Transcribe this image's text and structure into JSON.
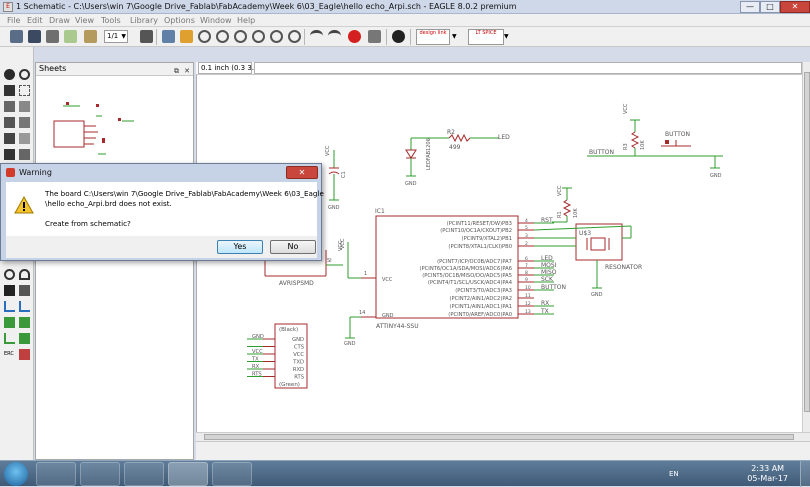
{
  "window": {
    "title": "1 Schematic - C:\\Users\\win 7\\Google Drive_Fablab\\FabAcademy\\Week 6\\03_Eagle\\hello echo_Arpi.sch - EAGLE 8.0.2 premium",
    "minimize": "—",
    "maximize": "□",
    "close": "✕"
  },
  "menu": [
    "File",
    "Edit",
    "Draw",
    "View",
    "Tools",
    "Library",
    "Options",
    "Window",
    "Help"
  ],
  "toolbar": {
    "sheet_select": "1/1",
    "designlink_label": "design link",
    "ltspice_label": "LT SPICE"
  },
  "sheets_panel": {
    "title": "Sheets",
    "pin_icon": "⧉",
    "close_icon": "✕"
  },
  "command_line": {
    "coordinates": "0.1 inch (0.3 3.3)",
    "value": ""
  },
  "schematic": {
    "ic1": {
      "name": "IC1",
      "value": "ATTINY44-SSU",
      "vcc_label": "VCC",
      "gnd_label": "GND",
      "pin_vcc": "1",
      "pin_gnd": "14",
      "pins_right": [
        {
          "name": "(PCINT11/RESET/DW)PB3",
          "num": "4",
          "net": "RST"
        },
        {
          "name": "(PCINT10/OC1A/CKOUT)PB2",
          "num": "5",
          "net": ""
        },
        {
          "name": "(PCINT9/XTAL2)PB1",
          "num": "3",
          "net": ""
        },
        {
          "name": "(PCINT8/XTAL1/CLKI)PB0",
          "num": "2",
          "net": ""
        },
        {
          "name": "(PCINT7/ICP/OC0B/ADC7)PA7",
          "num": "6",
          "net": "LED"
        },
        {
          "name": "(PCINT6/OC1A/SDA/MOSI/ADC6)PA6",
          "num": "7",
          "net": "MOSI"
        },
        {
          "name": "(PCINT5/OC1B/MISO/DO/ADC5)PA5",
          "num": "8",
          "net": "MISO"
        },
        {
          "name": "(PCINT4/T1/SCL/USCK/ADC4)PA4",
          "num": "9",
          "net": "SCK"
        },
        {
          "name": "(PCINT3/T0/ADC3)PA3",
          "num": "10",
          "net": "BUTTON"
        },
        {
          "name": "(PCINT2/AIN1/ADC2)PA2",
          "num": "11",
          "net": ""
        },
        {
          "name": "(PCINT1/AIN1/ADC1)PA1",
          "num": "12",
          "net": "RX"
        },
        {
          "name": "(PCINT0/AREF/ADC0)PA0",
          "num": "13",
          "net": "TX"
        }
      ]
    },
    "led_block": {
      "r_name": "R2",
      "r_value": "499",
      "led_net": "LED",
      "led_part": "LEDFAB1206",
      "gnd": "GND"
    },
    "button_block": {
      "r_name": "R3",
      "r_value": "10K",
      "vcc": "VCC",
      "net": "BUTTON",
      "switch": "BUTTON",
      "gnd": "GND"
    },
    "reset_block": {
      "r_name": "R1",
      "r_value": "10K",
      "vcc": "VCC",
      "net": "RST"
    },
    "resonator": {
      "name": "U$3",
      "label": "RESONATOR",
      "gnd": "GND"
    },
    "capacitor": {
      "vcc": "VCC",
      "name": "C1",
      "gnd": "GND"
    },
    "isp": {
      "label": "AVRISPSMD",
      "vcc": "VCC",
      "net": "SI"
    },
    "ftdi": {
      "top": "(Black)",
      "bottom": "(Green)",
      "left_nets": [
        "GND",
        "",
        "VCC",
        "TX",
        "RX",
        "RTS"
      ],
      "pins": [
        "GND",
        "CTS",
        "VCC",
        "TXD",
        "RXD",
        "RTS"
      ]
    }
  },
  "dialog": {
    "title": "Warning",
    "close": "✕",
    "message_line1": "The board C:\\Users\\win 7\\Google Drive_Fablab\\FabAcademy\\Week 6\\03_Eagle",
    "message_line2": "\\hello echo_Arpi.brd does not exist.",
    "message_line3": "Create from schematic?",
    "yes_label": "Yes",
    "no_label": "No"
  },
  "taskbar": {
    "time": "2:33 AM",
    "date": "05-Mar-17",
    "lang": "EN"
  },
  "colors": {
    "net": "#2e9e2e",
    "part": "#a52a2a",
    "text": "#555555",
    "dialog_frame": "#c6d3e6",
    "close_red": "#c8463c"
  }
}
